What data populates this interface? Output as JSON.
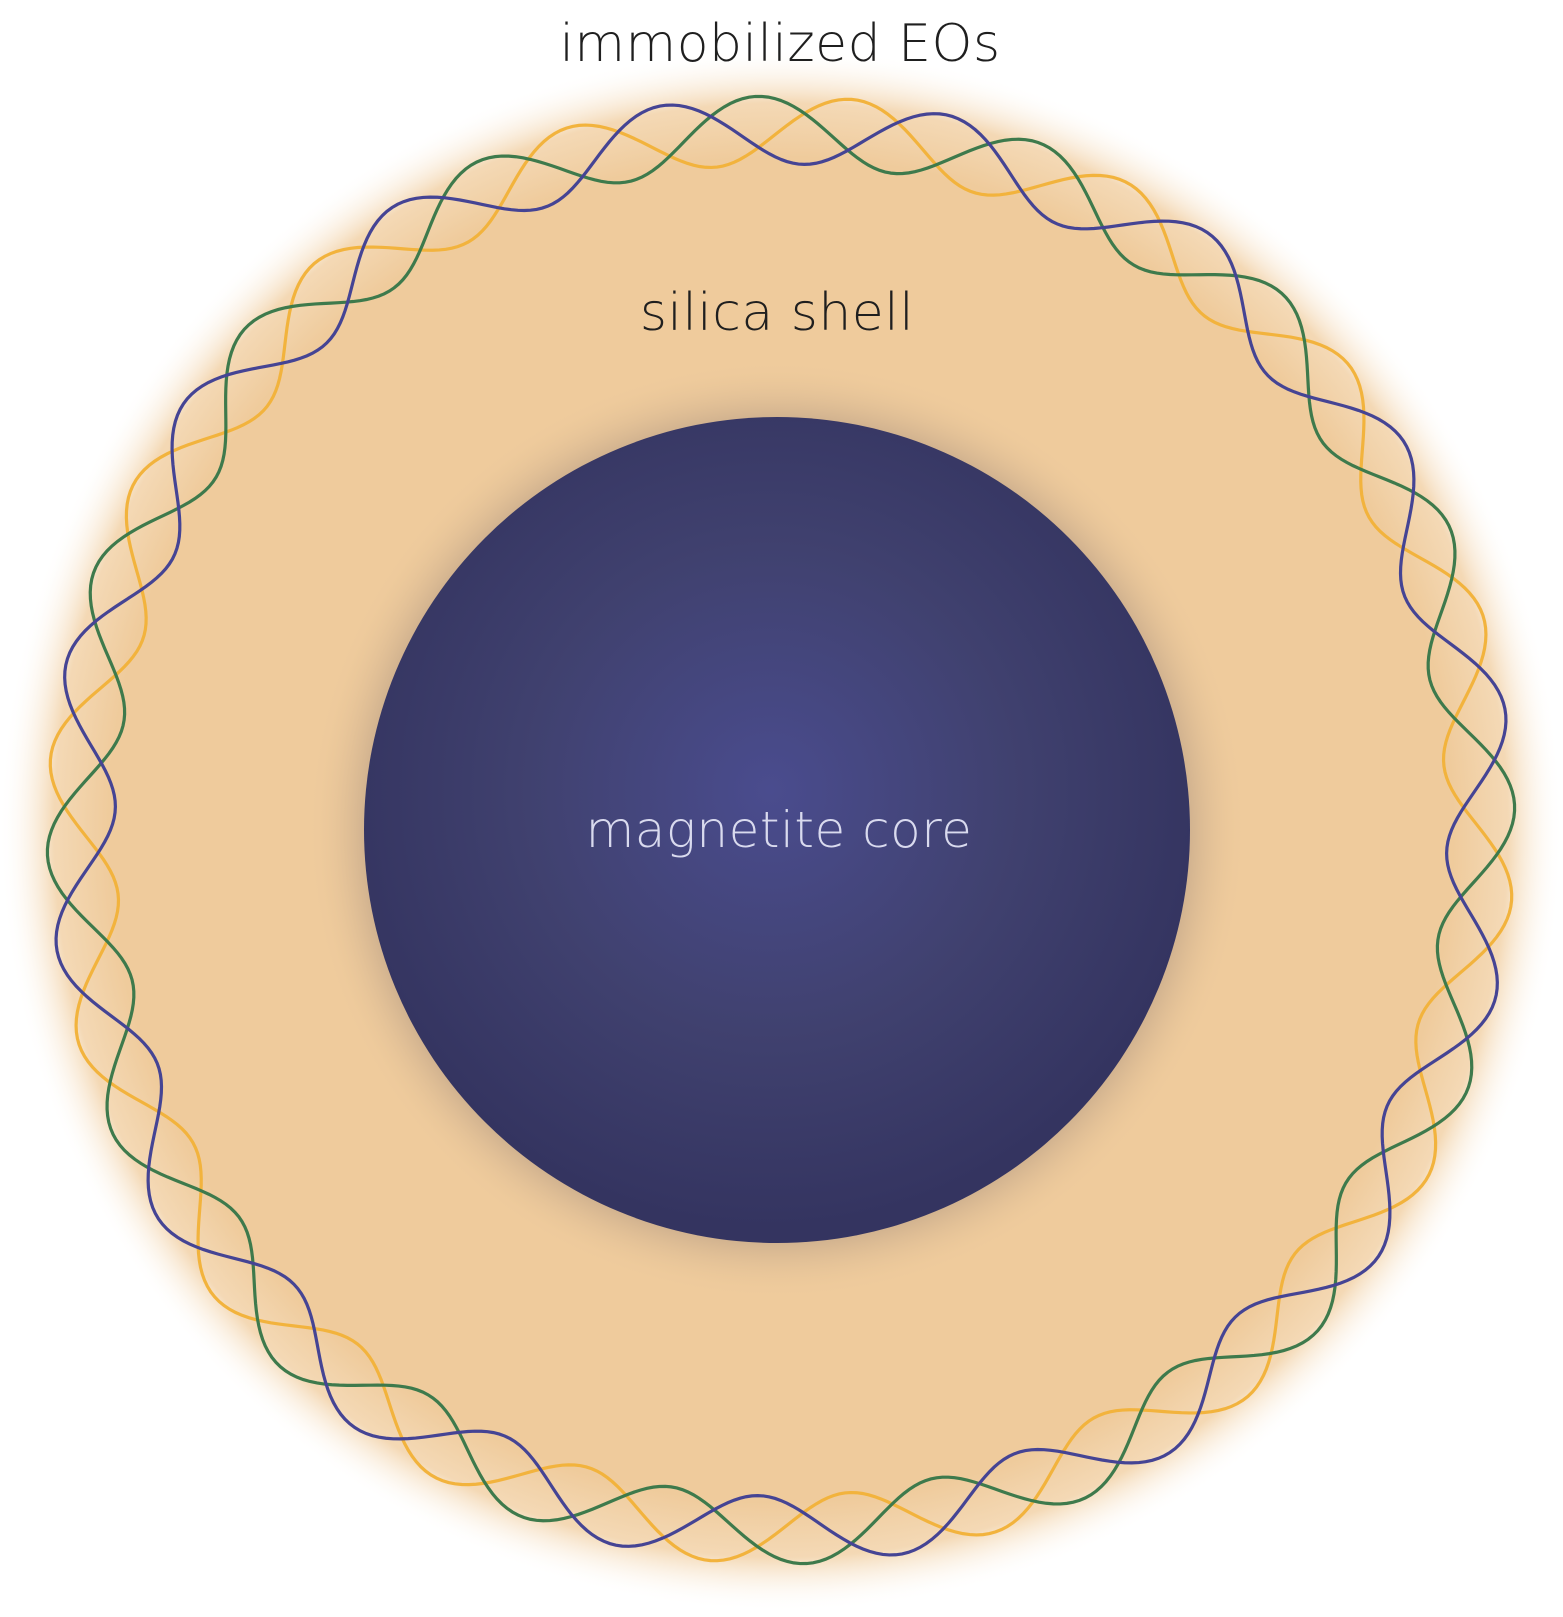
{
  "labels": {
    "eos": "immobilized EOs",
    "shell": "silica shell",
    "core": "magnetite core"
  },
  "colors": {
    "shell_fill": "#EFCB9C",
    "core_fill_center": "#4A4C8E",
    "core_fill_edge": "#363662",
    "label_dark": "#1f1f1f",
    "label_light": "#D9DAEE",
    "wave_orange": "#F2B33D",
    "wave_green": "#3E7A4C",
    "wave_blue": "#454494"
  },
  "waves": [
    {
      "name": "orange-wave",
      "color": "#F2B33D"
    },
    {
      "name": "green-wave",
      "color": "#3E7A4C"
    },
    {
      "name": "blue-wave",
      "color": "#454494"
    }
  ]
}
